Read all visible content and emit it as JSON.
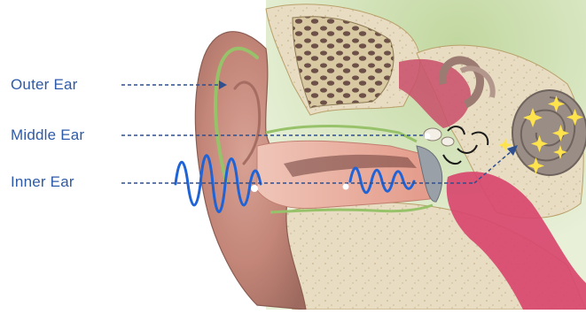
{
  "labels": {
    "outer_ear": "Outer Ear",
    "middle_ear": "Middle Ear",
    "inner_ear": "Inner Ear"
  },
  "colors": {
    "label_text": "#2d5aa8",
    "leader_line": "#2f4f8f",
    "sound_wave": "#1f63d6",
    "cartilage_outline": "#97c26a",
    "skin": "#c98d7f",
    "bone": "#e7dcc1",
    "tissue_background": "#a9c88a",
    "canal_tissue": "#f2b3a4",
    "cochlea": "#9a8d86",
    "cochlea_sparkle": "#ffe34d",
    "inner_red": "#d8476e"
  },
  "icons": [
    "arrow-tip-icon",
    "sparkle-icon",
    "curved-arrow-icon"
  ]
}
